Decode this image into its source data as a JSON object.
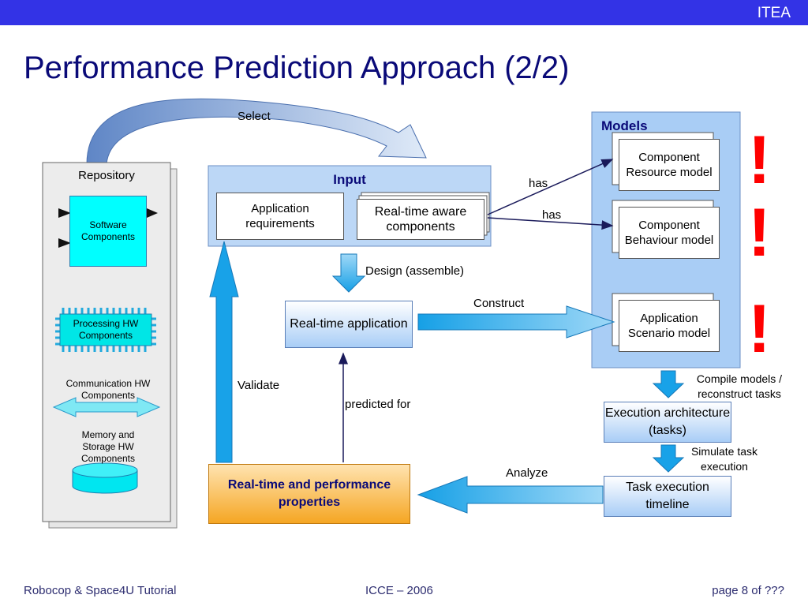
{
  "header": {
    "brand": "ITEA"
  },
  "slide": {
    "title": "Performance Prediction Approach (2/2)"
  },
  "repository": {
    "label": "Repository",
    "software": "Software Components",
    "processing": "Processing HW Components",
    "communication": "Communication HW Components",
    "memory": "Memory and Storage HW Components"
  },
  "flow": {
    "select": "Select",
    "input_title": "Input",
    "app_requirements": "Application requirements",
    "rt_aware_components": "Real-time aware components",
    "design": "Design (assemble)",
    "rt_application": "Real-time application",
    "construct": "Construct",
    "validate": "Validate",
    "predicted_for": "predicted for",
    "properties": "Real-time and performance properties",
    "analyze": "Analyze",
    "has1": "has",
    "has2": "has"
  },
  "models": {
    "title": "Models",
    "resource": "Component Resource model",
    "behaviour": "Component Behaviour model",
    "scenario": "Application Scenario model",
    "compile": "Compile models / reconstruct tasks",
    "exec_arch": "Execution architecture (tasks)",
    "simulate": "Simulate task execution",
    "timeline": "Task execution timeline"
  },
  "exclamations": [
    "!",
    "!",
    "!"
  ],
  "footer": {
    "left": "Robocop & Space4U Tutorial",
    "center": "ICCE – 2006",
    "right": "page 8 of ???"
  },
  "colors": {
    "topbar": "#3333e6",
    "title": "#0a0a78",
    "arrow_fill": "#1aa3e8",
    "exclamation": "#ff0000",
    "properties_box": "#f5a623"
  }
}
